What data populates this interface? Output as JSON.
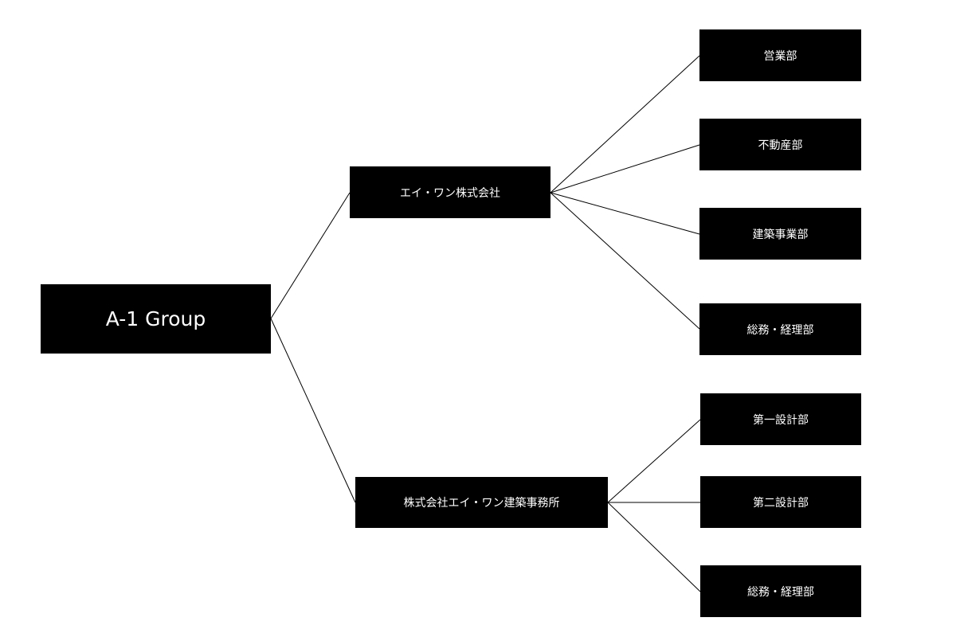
{
  "root": {
    "label": "A-1 Group"
  },
  "companies": [
    {
      "label": "エイ・ワン株式会社",
      "departments": [
        {
          "label": "営業部"
        },
        {
          "label": "不動産部"
        },
        {
          "label": "建築事業部"
        },
        {
          "label": "総務・経理部"
        }
      ]
    },
    {
      "label": "株式会社エイ・ワン建築事務所",
      "departments": [
        {
          "label": "第一設計部"
        },
        {
          "label": "第二設計部"
        },
        {
          "label": "総務・経理部"
        }
      ]
    }
  ],
  "colors": {
    "node_background": "#000000",
    "node_text": "#ffffff",
    "connector": "#000000",
    "page_background": "#ffffff"
  }
}
